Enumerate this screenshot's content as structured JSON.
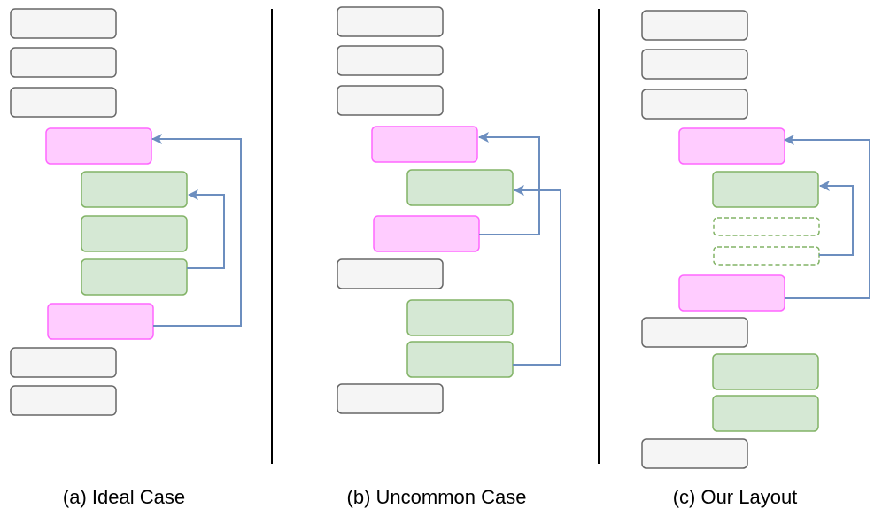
{
  "colors": {
    "gray_fill": "#f5f5f5",
    "gray_stroke": "#666666",
    "pink_fill": "#ffccff",
    "pink_stroke": "#ff66ff",
    "green_fill": "#d5e8d4",
    "green_stroke": "#82b366",
    "arrow": "#6c8ebf",
    "divider": "#000000"
  },
  "panels": [
    {
      "caption": "(a) Ideal Case"
    },
    {
      "caption": "(b) Uncommon Case"
    },
    {
      "caption": "(c) Our Layout"
    }
  ]
}
